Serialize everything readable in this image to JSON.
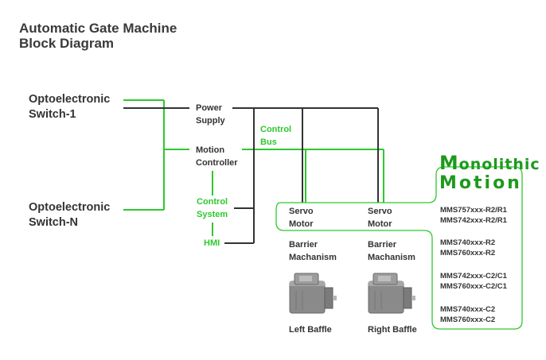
{
  "title": {
    "line1": "Automatic Gate Machine",
    "line2": "Block Diagram"
  },
  "switch1": {
    "line1": "Optoelectronic",
    "line2": "Switch-1"
  },
  "switchN": {
    "line1": "Optoelectronic",
    "line2": "Switch-N"
  },
  "power_supply": {
    "line1": "Power",
    "line2": "Supply"
  },
  "motion_controller": {
    "line1": "Motion",
    "line2": "Controller"
  },
  "control_bus": {
    "line1": "Control",
    "line2": "Bus"
  },
  "control_system": {
    "line1": "Control",
    "line2": "System"
  },
  "hmi": "HMI",
  "servo_left": {
    "line1": "Servo",
    "line2": "Motor"
  },
  "servo_right": {
    "line1": "Servo",
    "line2": "Motor"
  },
  "barrier_left": {
    "line1": "Barrier",
    "line2": "Machanism"
  },
  "barrier_right": {
    "line1": "Barrier",
    "line2": "Machanism"
  },
  "baffle_left": "Left Baffle",
  "baffle_right": "Right Baffle",
  "brand": {
    "line1_first": "M",
    "line1_rest": "onolithic",
    "line2": "Motion"
  },
  "models": [
    [
      "MMS757xxx-R2/R1",
      "MMS742xxx-R2/R1"
    ],
    [
      "MMS740xxx-R2",
      "MMS760xxx-R2"
    ],
    [
      "MMS742xxx-C2/C1",
      "MMS760xxx-C2/C1"
    ],
    [
      "MMS740xxx-C2",
      "MMS760xxx-C2"
    ]
  ],
  "colors": {
    "green": "#2ec82e",
    "dark": "#333333",
    "brand": "#1d9a1d",
    "motor_body": "#8a8a8a"
  },
  "icons": [
    "servo-motor-image-left",
    "servo-motor-image-right"
  ]
}
